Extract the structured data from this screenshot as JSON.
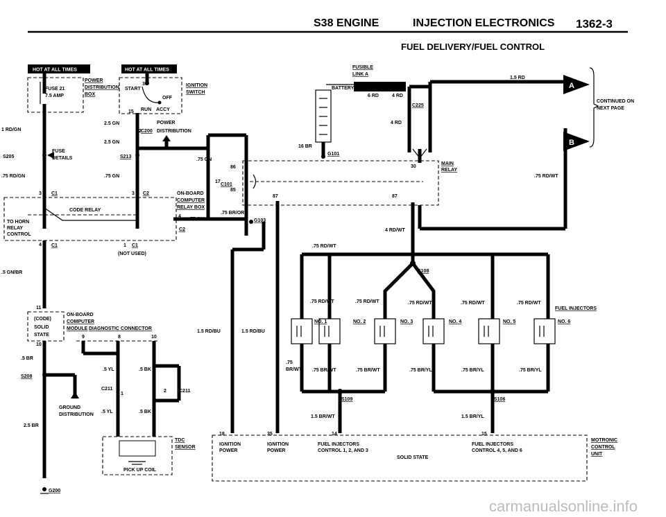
{
  "header": {
    "engine": "S38 ENGINE",
    "section": "INJECTION ELECTRONICS",
    "page": "1362-3",
    "subtitle": "FUEL DELIVERY/FUEL CONTROL"
  },
  "tags": {
    "hot1": "HOT AT ALL TIMES",
    "hot2": "HOT AT ALL TIMES",
    "conn_a": "A",
    "conn_b": "B"
  },
  "labels": {
    "fuse21": "FUSE 21",
    "fuse_amp": "7.5 AMP",
    "power_dist": "POWER",
    "power_dist2": "DISTRIBUTION",
    "power_dist3": "BOX",
    "ignition": "IGNITION",
    "switch": "SWITCH",
    "start": "START",
    "off": "OFF",
    "run": "RUN",
    "acc": "ACCY",
    "n30": "30",
    "n15": "15",
    "w_25gn_a": "2.5 GN",
    "power2": "POWER",
    "c200": "C200",
    "distribution": "DISTRIBUTION",
    "n2": "2",
    "w_25gn_b": "2.5 GN",
    "rd_gn1": "1 RD/GN",
    "s205": "S205",
    "fuse_details": "FUSE",
    "details": "DETAILS",
    "s213": "S213",
    "w75gn_a": ".75 GN",
    "rd_gn75": ".75 RD/GN",
    "w75gn_b": ".75 GN",
    "w75gn_c": ".75 GN",
    "c101": "C101",
    "n17": "17",
    "c1_a": "C1",
    "c2_a": "C2",
    "n3a": "3",
    "n3b": "3",
    "onboard": "ON-BOARD",
    "computer": "COMPUTER",
    "relay_box": "RELAY BOX",
    "code_relay": "CODE RELAY",
    "to_horn": "TO HORN",
    "relay": "RELAY",
    "control": "CONTROL",
    "n4a": "4",
    "w75gn_d": ".75 GN",
    "c2_b": "C2",
    "n4b": "4",
    "c1_b": "C1",
    "n1": "1",
    "c1_c": "C1",
    "not_used": "(NOT USED)",
    "gn_br": ".5 GN/BR",
    "n11": "11",
    "code": "(CODE)",
    "solid": "SOLID",
    "state": "STATE",
    "onboard2": "ON-BOARD",
    "computer2": "COMPUTER",
    "module": "MODULE",
    "n10a": "10",
    "diag": "DIAGNOSTIC CONNECTOR",
    "n9": "9",
    "n8": "8",
    "n10b": "10",
    "br5": ".5 BR",
    "s208": "S208",
    "yl5a": ".5 YL",
    "bk5a": ".5 BK",
    "c211a": "C211",
    "n1b": "1",
    "n2b": "2",
    "c211b": "C211",
    "yl5b": ".5 YL",
    "bk5b": ".5 BK",
    "ground": "GROUND",
    "gdist": "DISTRIBUTION",
    "br25": "2.5 BR",
    "tdc": "TDC",
    "sensor": "SENSOR",
    "pickup": "PICK UP COIL",
    "g200": "G200",
    "fusible": "FUSIBLE",
    "link_a": "LINK A",
    "battery": "BATTERY",
    "rd6": "6 RD",
    "rd4a": "4 RD",
    "c225": "C225",
    "rd4b": "4 RD",
    "rd15": "1.5 RD",
    "continued": "CONTINUED ON",
    "nextpage": "NEXT PAGE",
    "br16": "16 BR",
    "g101": "G101",
    "n30b": "30",
    "main": "MAIN",
    "mrelay": "RELAY",
    "n86": "86",
    "n85": "85",
    "n87a": "87",
    "n87b": "87",
    "rdwt75a": ".75 RD/WT",
    "bror75": ".75 BR/OR",
    "g103": "G103",
    "rdwt4": "4 RD/WT",
    "rdwt75b": ".75 RD/WT",
    "s108": "S108",
    "rdbu_a": "1.5 RD/BU",
    "rdbu_b": "1.5 RD/BU",
    "rdwt_i1": ".75 RD/WT",
    "rdwt_i2": ".75 RD/WT",
    "rdwt_i3": ".75 RD/WT",
    "rdwt_i4": ".75 RD/WT",
    "rdwt_i5": ".75 RD/WT",
    "fuel_inj": "FUEL INJECTORS",
    "no1": "NO. 1",
    "no2": "NO. 2",
    "no3": "NO. 3",
    "no4": "NO. 4",
    "no5": "NO. 5",
    "no6": "NO. 6",
    "brwt75": ".75",
    "brwt75b": "BR/WT",
    "brwt_a": ".75 BR/WT",
    "brwt_b": ".75 BR/WT",
    "bryl_a": ".75 BR/YL",
    "bryl_b": ".75 BR/YL",
    "bryl_c": ".75 BR/YL",
    "s109": "S109",
    "s106": "S106",
    "brwt15": "1.5 BR/WT",
    "bryl15": "1.5 BR/YL",
    "n18": "18",
    "n35": "35",
    "n14": "14",
    "n15b": "15",
    "ign_power1": "IGNITION",
    "power_a": "POWER",
    "ign_power2": "IGNITION",
    "power_b": "POWER",
    "fi_ctrl1": "FUEL INJECTORS",
    "fi_ctrl1b": "CONTROL 1, 2, AND 3",
    "fi_ctrl2": "FUEL INJECTORS",
    "fi_ctrl2b": "CONTROL 4, 5, AND 6",
    "solid_state": "SOLID STATE",
    "motronic": "MOTRONIC",
    "mcontrol": "CONTROL",
    "unit": "UNIT"
  },
  "watermark": "carmanualsonline.info"
}
